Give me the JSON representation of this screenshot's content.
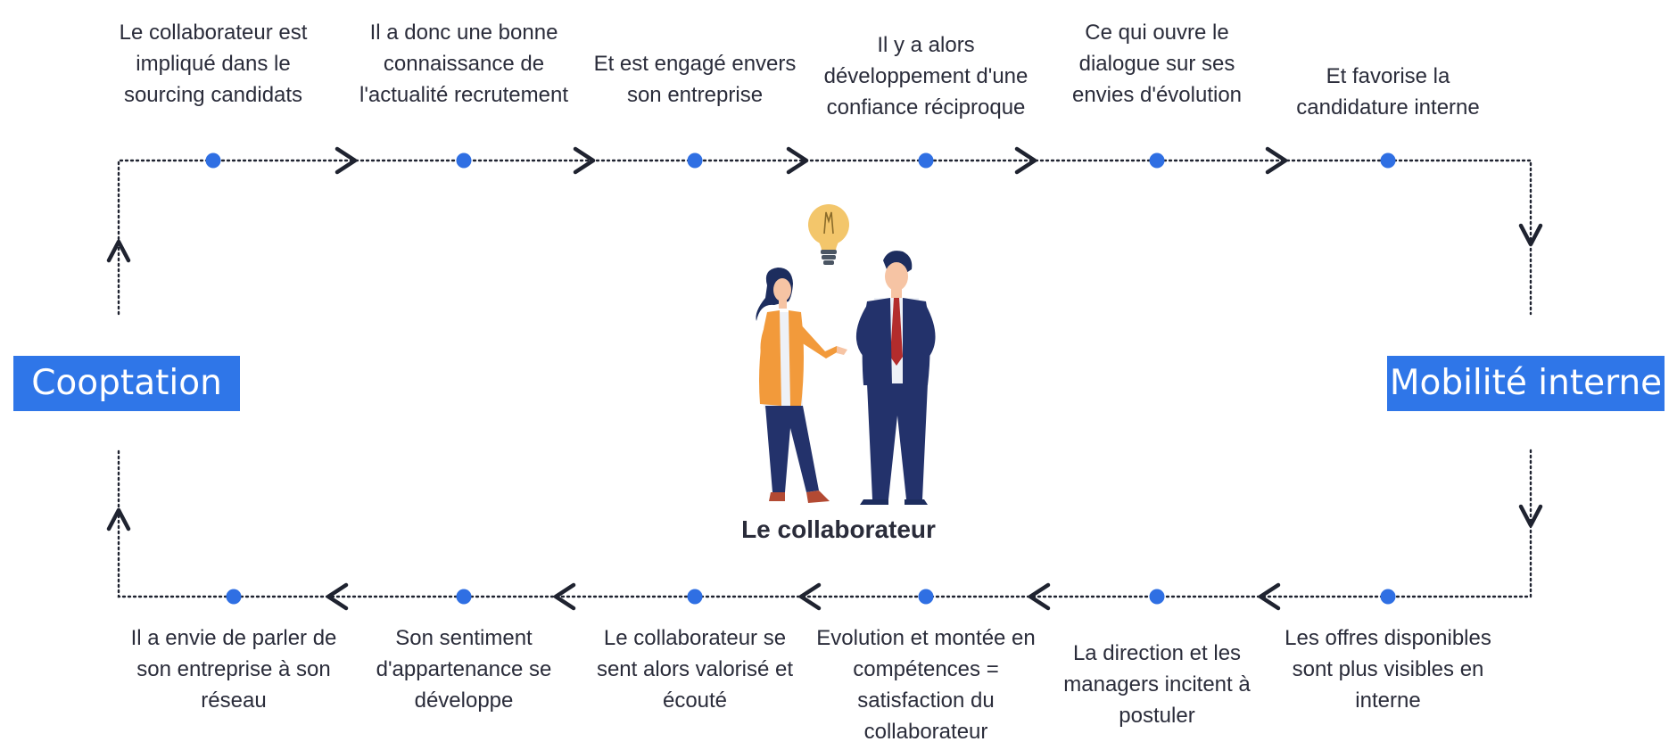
{
  "diagram": {
    "start_label": "Cooptation",
    "end_label": "Mobilité interne",
    "center_caption": "Le collaborateur",
    "top_steps": [
      "Le collaborateur est impliqué dans le sourcing candidats",
      "Il a donc une bonne connaissance de l'actualité recrutement",
      "Et est engagé envers son entreprise",
      "Il y a alors développement d'une confiance réciproque",
      "Ce qui ouvre le dialogue sur ses envies d'évolution",
      "Et favorise la candidature interne"
    ],
    "bottom_steps": [
      "Les offres disponibles sont plus visibles en interne",
      "La direction et les managers incitent à postuler",
      "Evolution et montée en compétences = satisfaction du collaborateur",
      "Le collaborateur se sent alors valorisé et écouté",
      "Son sentiment d'appartenance se développe",
      "Il a envie de parler de son entreprise à son réseau"
    ],
    "icons": {
      "lightbulb": "lightbulb-icon",
      "people": "two-colleagues-illustration",
      "arrow": "chevron-arrow-icon"
    },
    "colors": {
      "accent": "#2f76e8",
      "node": "#2f6fe3",
      "text": "#2a2c3a",
      "connector": "#1f2330",
      "bulb": "#f3c66b",
      "orange": "#f29a3b",
      "navy": "#23326b",
      "tie": "#b32c2c"
    }
  }
}
